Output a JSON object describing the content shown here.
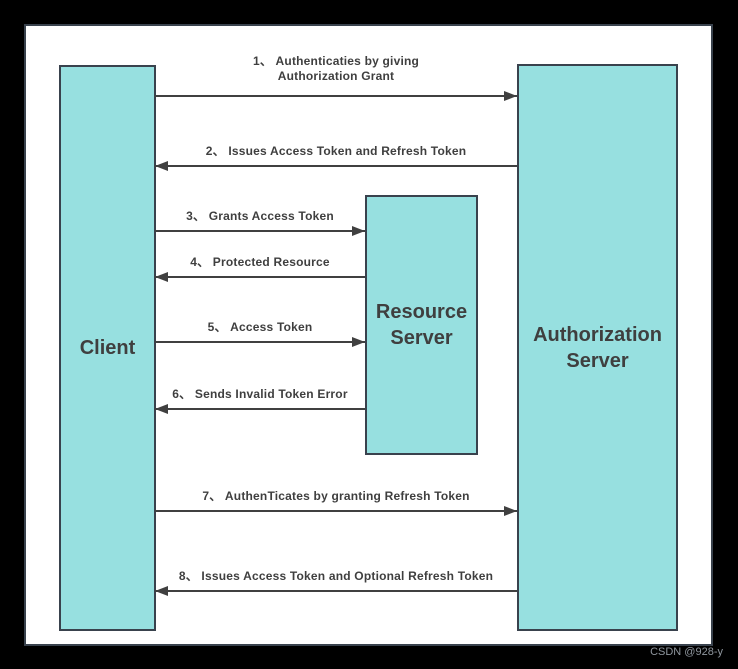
{
  "diagram_type": "sequence-flow",
  "watermark": "CSDN @928-y",
  "colors": {
    "page_background": "#000000",
    "sheet_background": "#ffffff",
    "sheet_border": "#39424d",
    "actor_fill": "#97e0e0",
    "actor_border": "#39424d",
    "arrow": "#404040",
    "text": "#3f3f3f",
    "watermark_text": "#8f969e"
  },
  "actors": {
    "client": {
      "label": "Client"
    },
    "resource_server": {
      "label": "Resource Server"
    },
    "authorization_server": {
      "label": "Authorization Server"
    }
  },
  "messages": [
    {
      "step": 1,
      "line1": "1、 Authenticaties by giving",
      "line2": "Authorization Grant",
      "label": "1、 Authenticaties by giving Authorization Grant",
      "from": "Client",
      "to": "Authorization Server"
    },
    {
      "step": 2,
      "label": "2、 Issues Access Token and Refresh Token",
      "from": "Authorization Server",
      "to": "Client"
    },
    {
      "step": 3,
      "label": "3、 Grants Access Token",
      "from": "Client",
      "to": "Resource Server"
    },
    {
      "step": 4,
      "label": "4、 Protected Resource",
      "from": "Resource Server",
      "to": "Client"
    },
    {
      "step": 5,
      "label": "5、 Access Token",
      "from": "Client",
      "to": "Resource Server"
    },
    {
      "step": 6,
      "label": "6、 Sends Invalid Token Error",
      "from": "Resource Server",
      "to": "Client"
    },
    {
      "step": 7,
      "label": "7、 AuthenTicates by granting Refresh Token",
      "from": "Client",
      "to": "Authorization Server"
    },
    {
      "step": 8,
      "label": "8、 Issues Access Token and Optional Refresh Token",
      "from": "Authorization Server",
      "to": "Client"
    }
  ]
}
